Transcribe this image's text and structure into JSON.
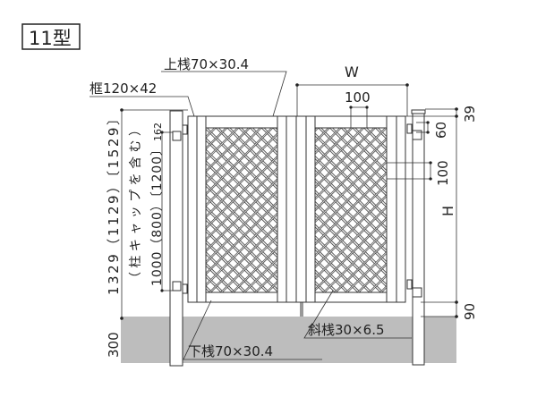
{
  "title": "11型",
  "labels": {
    "top_rail": "上桟70×30.4",
    "frame": "框120×42",
    "diagonal_slat": "斜桟30×6.5",
    "bottom_rail": "下桟70×30.4"
  },
  "dimensions": {
    "width": "W",
    "slat_pitch_top": "100",
    "top_offset": "39",
    "hinge_offset": "60",
    "slat_pitch_side": "100",
    "height": "H",
    "bottom_clearance": "90",
    "embed_depth": "300",
    "post_height": "1329（1129）〔1529〕",
    "post_height_note": "（柱キャップを含む）",
    "gate_height": "1000（800）〔1200〕",
    "hinge_top": "162"
  },
  "colors": {
    "ground": "#bdbdbd",
    "line": "#333333"
  }
}
